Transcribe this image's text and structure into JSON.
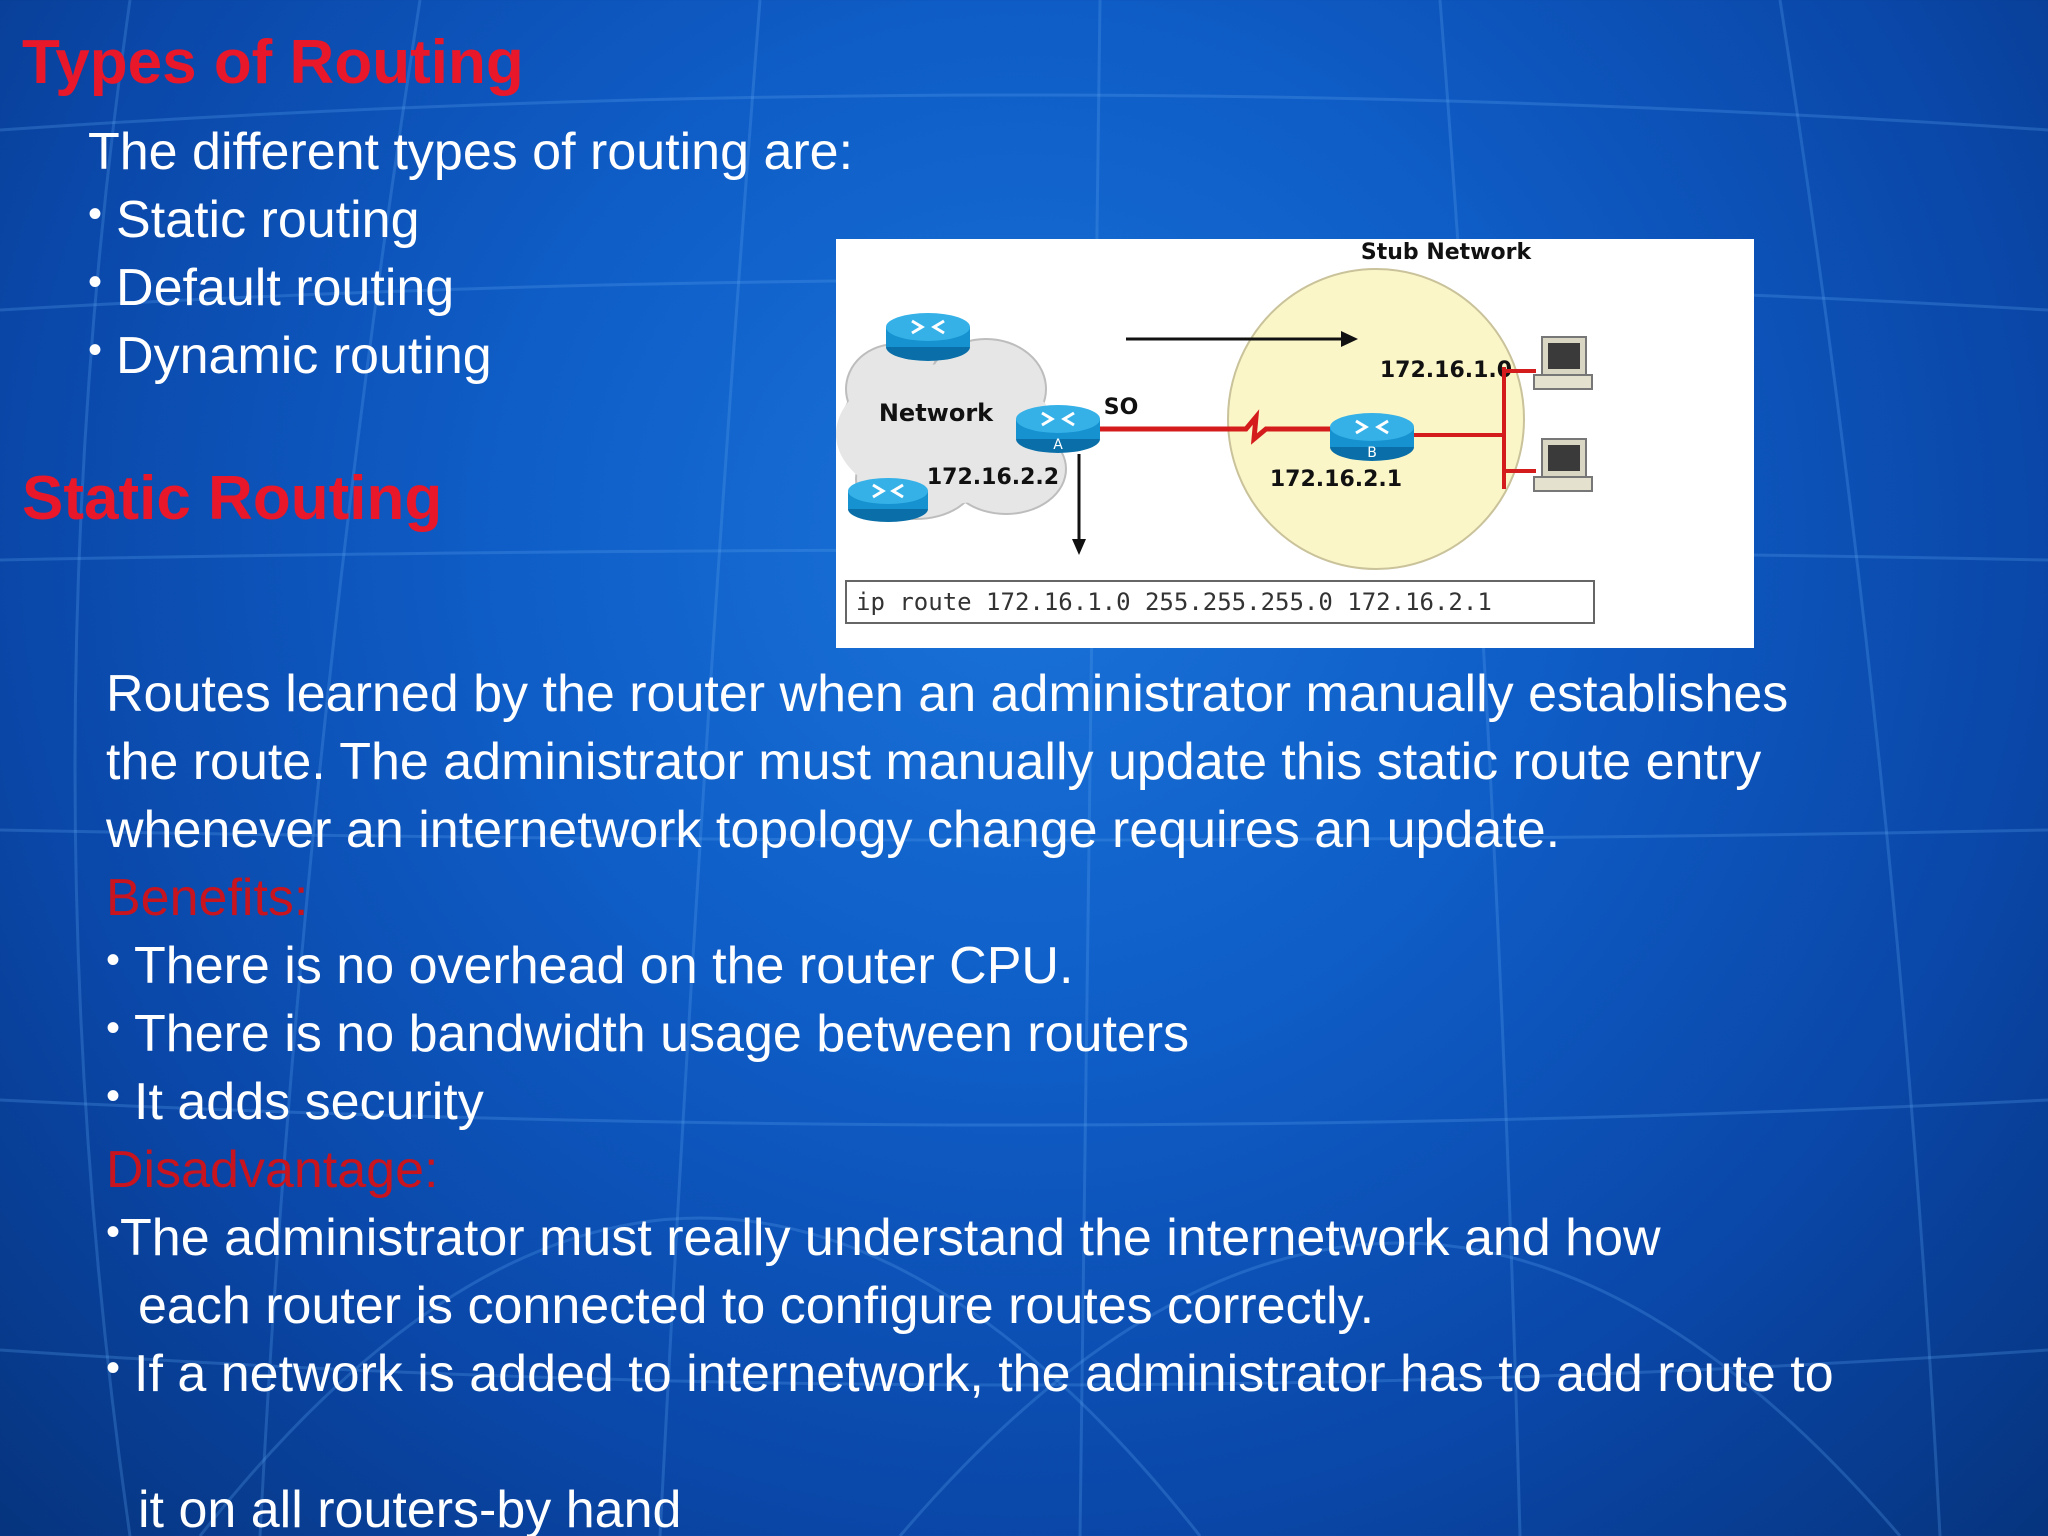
{
  "title_types": "Types of Routing",
  "intro": "The different types of routing are:",
  "routing_types": [
    "Static routing",
    "Default routing",
    "Dynamic routing"
  ],
  "title_static": "Static Routing",
  "diagram": {
    "stub_network": "Stub Network",
    "network": "Network",
    "router_a": "A",
    "router_b": "B",
    "interface": "SO",
    "ip_a": "172.16.2.2",
    "ip_b": "172.16.2.1",
    "stub_subnet": "172.16.1.0",
    "command": "ip route 172.16.1.0 255.255.255.0 172.16.2.1"
  },
  "description_lines": [
    "Routes learned by the router when an administrator manually establishes",
    "the route. The administrator must manually update this static route entry",
    "whenever an internetwork topology change requires an update."
  ],
  "benefits_label": "Benefits:",
  "benefits": [
    "There is no overhead on the router CPU.",
    "There is no bandwidth usage between routers",
    "It adds security"
  ],
  "disadvantage_label": "Disadvantage:",
  "disadvantages": {
    "item1_line1": "The administrator must really understand the internetwork and how",
    "item1_line2": "each router is connected to configure routes correctly.",
    "item2_line1": "If a network is added to internetwork, the administrator has to add route to",
    "item2_line2": "it on all routers-by hand"
  },
  "colors": {
    "heading": "#e8182a",
    "label_red": "#c8141e",
    "body_text": "#ffffff",
    "background": "#0f5ec8"
  }
}
